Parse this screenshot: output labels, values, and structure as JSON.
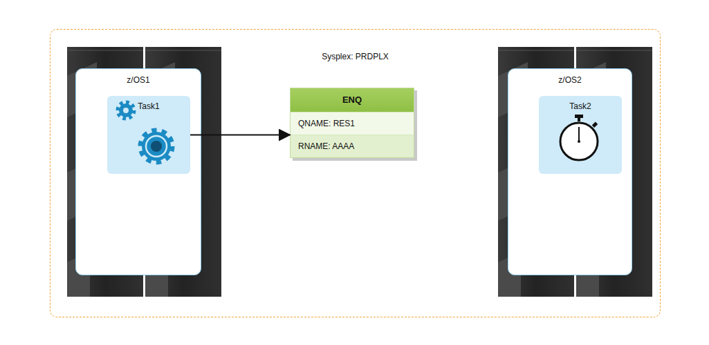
{
  "diagram": {
    "nodes": [
      {
        "text": [
          "Sysplex: PRDPLX"
        ]
      },
      {
        "text": [
          "z/OS1"
        ],
        "in": 0
      },
      {
        "text": [
          "Task1"
        ],
        "in": 1
      },
      {
        "text": [
          "ENQ",
          "QNAME: RES1",
          "RNAME: AAAA"
        ],
        "in": 0
      },
      {
        "text": [
          "z/OS2"
        ],
        "in": 0
      },
      {
        "text": [
          "Task2"
        ],
        "in": 4
      }
    ],
    "edges": [
      {
        "from": 2,
        "to": 3,
        "arrow": "to"
      }
    ]
  }
}
